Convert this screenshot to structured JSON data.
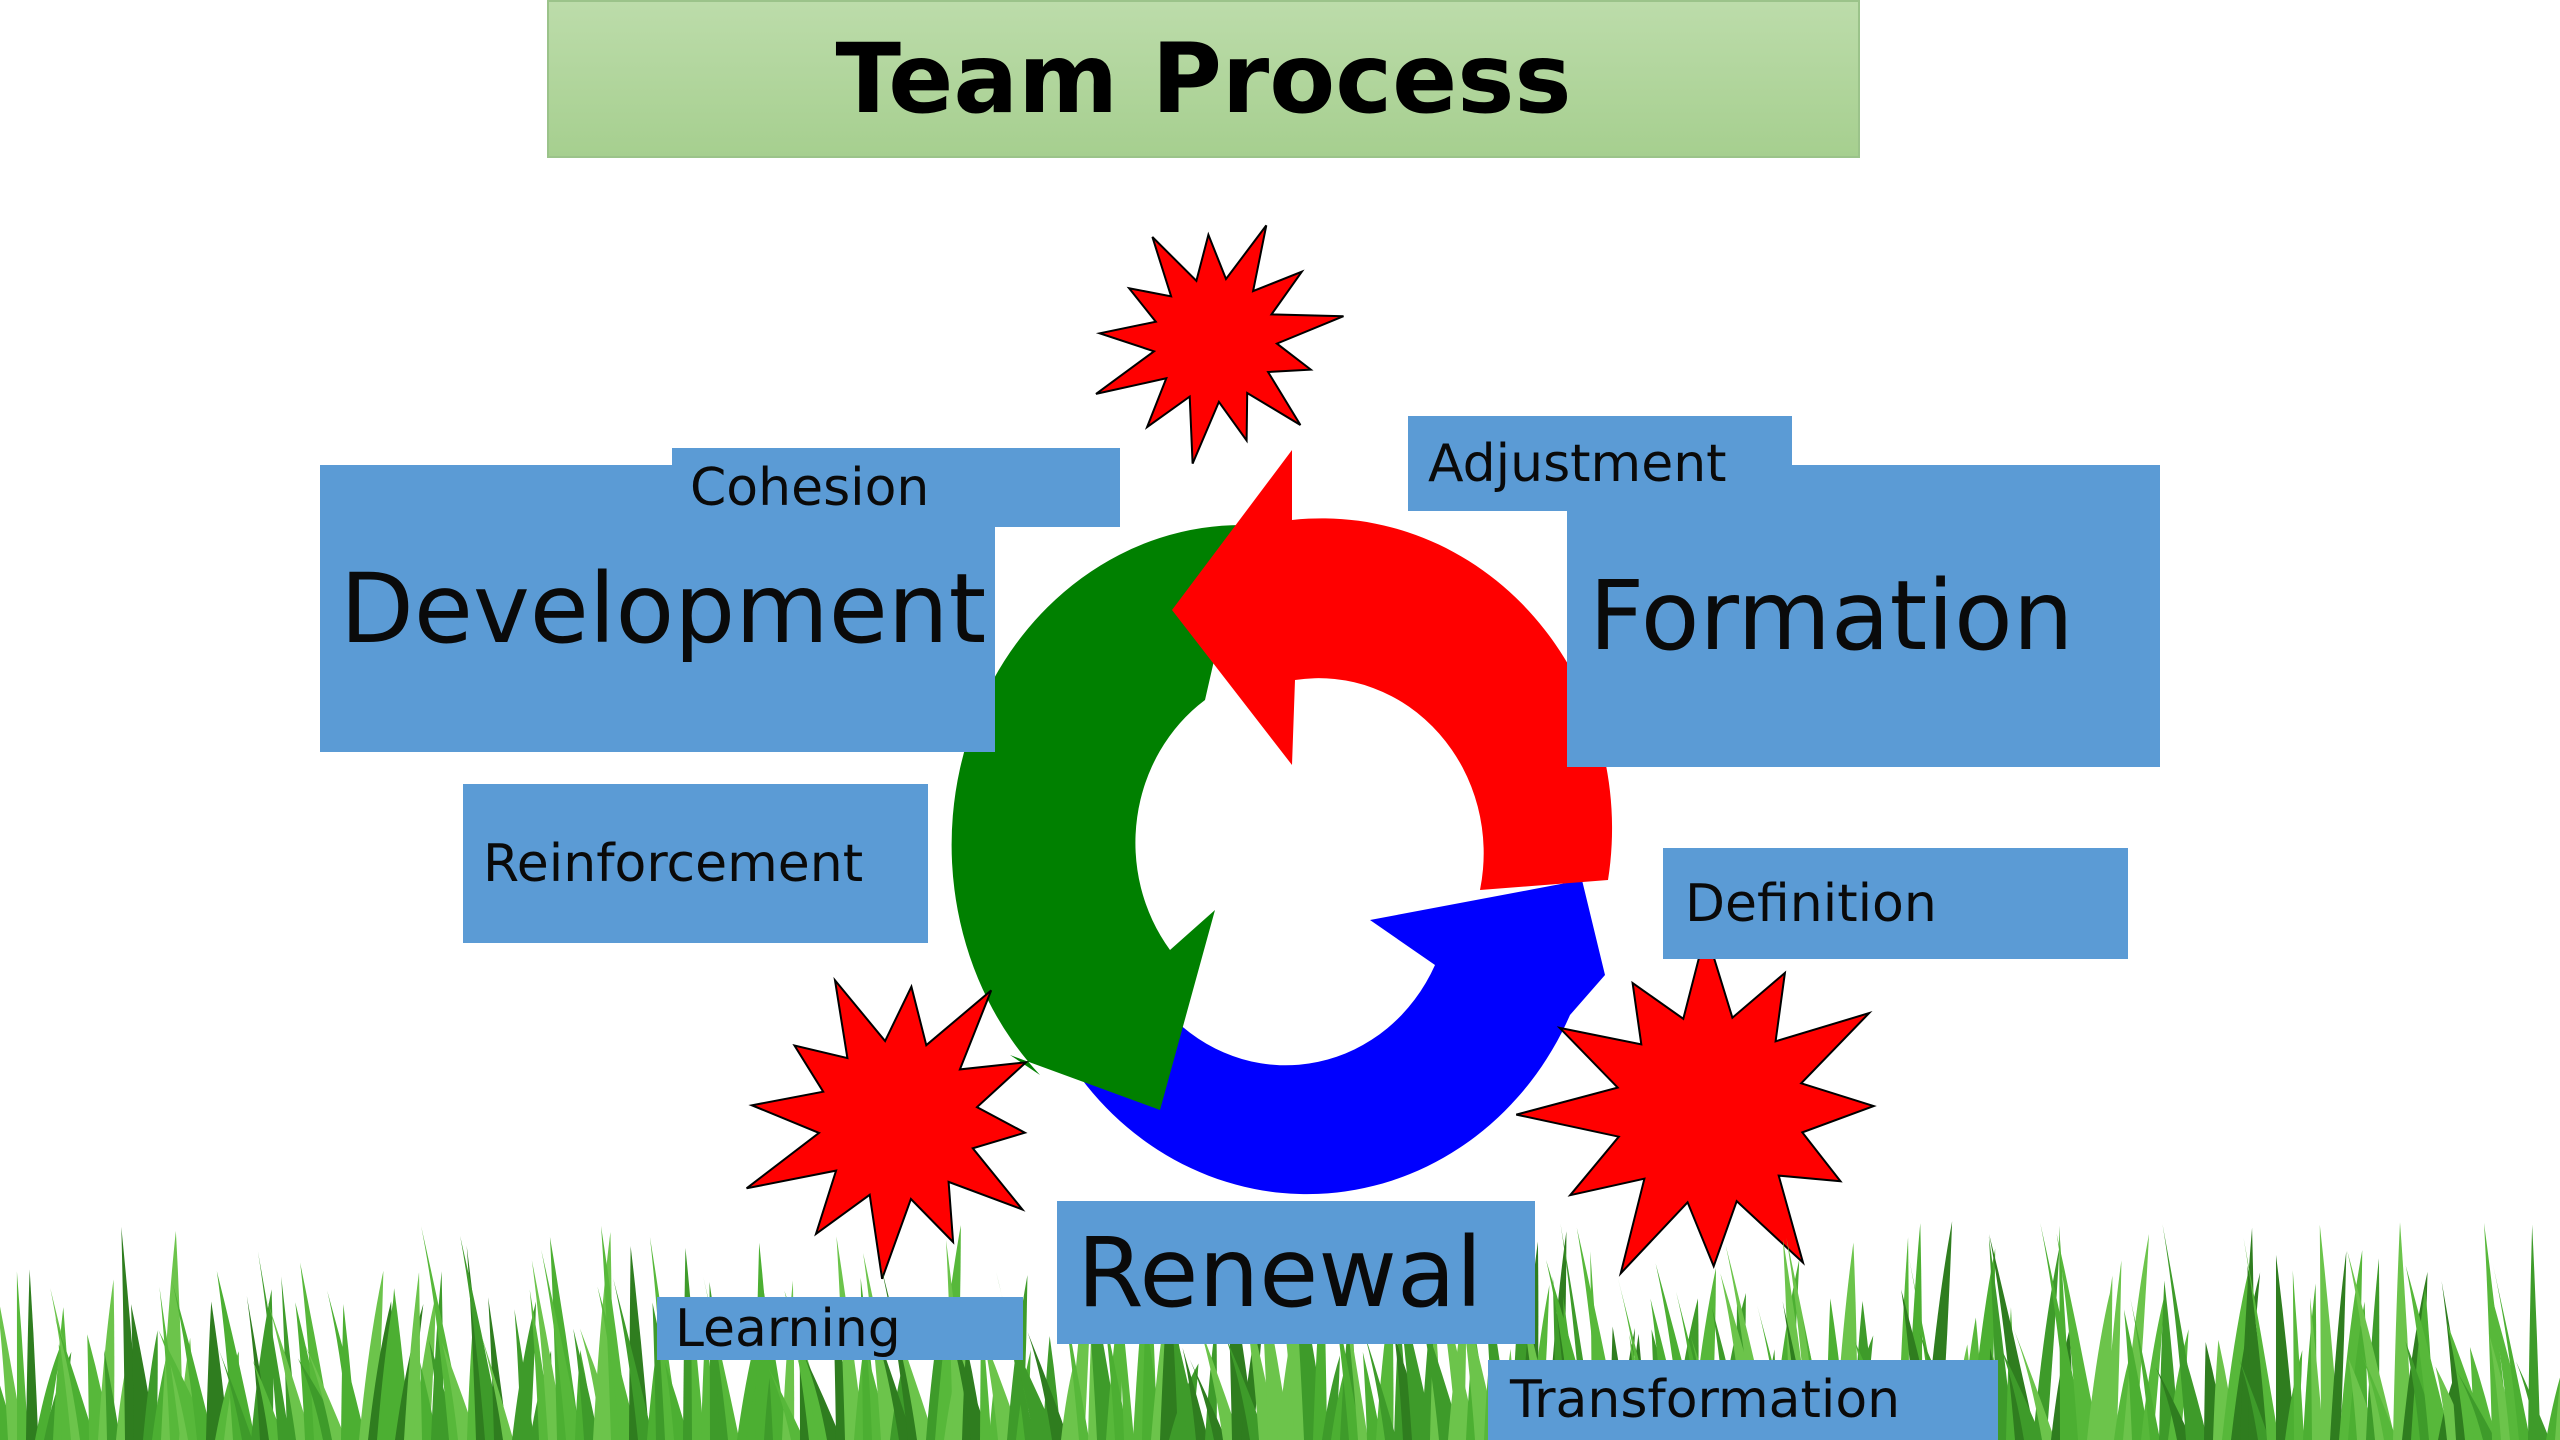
{
  "title": "Team Process",
  "stages": {
    "development": "Development",
    "formation": "Formation",
    "renewal": "Renewal"
  },
  "keywords": {
    "cohesion": "Cohesion",
    "reinforcement": "Reinforcement",
    "adjustment": "Adjustment",
    "definition": "Definition",
    "learning": "Learning",
    "transformation": "Transformation"
  },
  "colors": {
    "banner": "#a6cf8f",
    "label_box": "#5b9bd5",
    "arrow_green": "#008000",
    "arrow_red": "#ff0000",
    "arrow_blue": "#0000ff",
    "starburst": "#ff0000",
    "grass": "#4caf32"
  },
  "icons": [
    "starburst-icon",
    "cycle-arrows-icon",
    "grass-border"
  ]
}
